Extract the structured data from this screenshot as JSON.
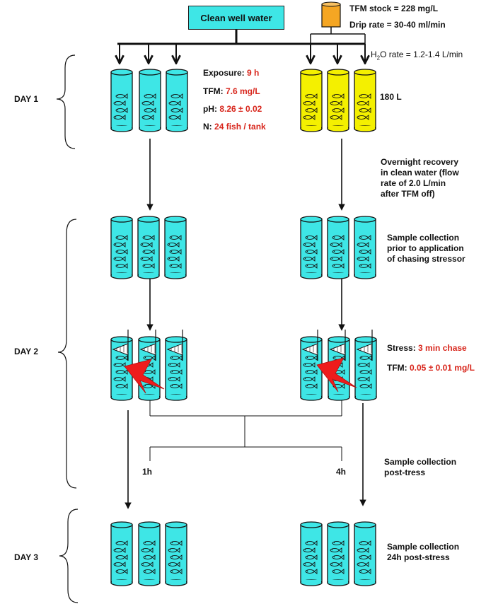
{
  "header": {
    "clean_water": "Clean well water",
    "tfm_stock": "TFM stock = 228 mg/L",
    "drip_rate": "Drip rate = 30-40 ml/min",
    "h2o_rate_prefix": "H",
    "h2o_rate_sub": "2",
    "h2o_rate_suffix": "O rate = 1.2-1.4  L/min",
    "volume": "180 L"
  },
  "days": {
    "day1": "DAY 1",
    "day2": "DAY 2",
    "day3": "DAY 3"
  },
  "exposure": {
    "exposure_label": "Exposure:",
    "exposure_value": "9 h",
    "tfm_label": "TFM:",
    "tfm_value": "7.6 mg/L",
    "ph_label": "pH:",
    "ph_value": "8.26 ± 0.02",
    "n_label": "N:",
    "n_value": "24 fish / tank"
  },
  "recovery": {
    "line1": "Overnight recovery",
    "line2": "in clean water (flow",
    "line3": "rate of 2.0 L/min",
    "line4": "after TFM off)"
  },
  "sample_prior": {
    "line1": "Sample collection",
    "line2": "prior to application",
    "line3": "of chasing stressor"
  },
  "stress": {
    "stress_label": "Stress:",
    "stress_value": "3 min chase",
    "tfm_label": "TFM:",
    "tfm_value": "0.05 ± 0.01 mg/L"
  },
  "sample_post": {
    "line1": "Sample collection",
    "line2": "post-tress"
  },
  "times": {
    "t1": "1h",
    "t4": "4h"
  },
  "sample_24h": {
    "line1": "Sample collection",
    "line2": "24h post-stress"
  },
  "colors": {
    "tank_clean": "#3ee6e6",
    "tank_tfm": "#f4f000",
    "stock_bottle": "#f5a623",
    "highlight_red": "#d8261c",
    "lightning": "#ee1c1c"
  }
}
